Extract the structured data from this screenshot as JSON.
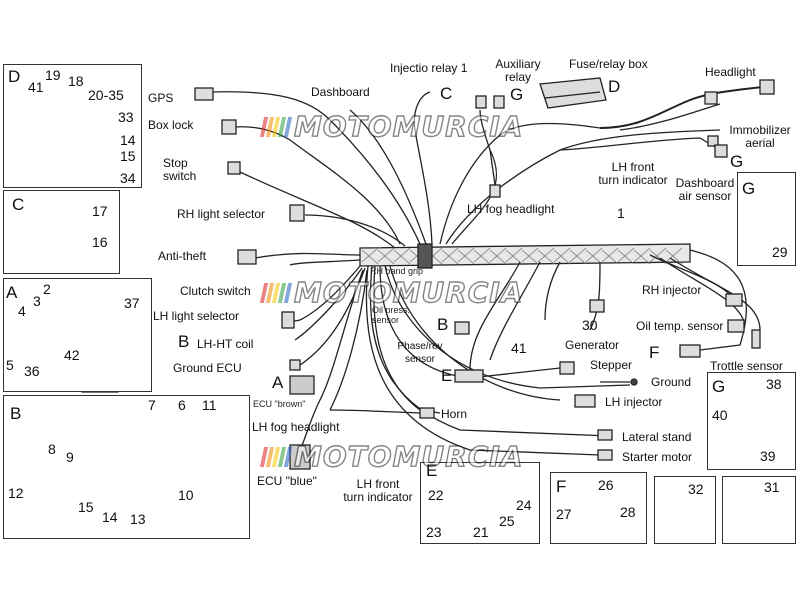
{
  "labels": {
    "gps": "GPS",
    "dashboard": "Dashboard",
    "injection_relay": "Injectio relay 1",
    "auxiliary_relay": "Auxiliary\nrelay",
    "fuse_relay_box": "Fuse/relay box",
    "headlight": "Headlight",
    "box_lock": "Box lock",
    "immobilizer": "Immobilizer\naerial",
    "stop_switch": "Stop\nswitch",
    "lh_front_turn_top": "LH front\nturn indicator",
    "dashboard_air_sensor": "Dashboard\nair sensor",
    "lh_fog_headlight_top": "LH fog headlight",
    "rh_light_selector": "RH light selector",
    "anti_theft": "Anti-theft",
    "clutch_switch": "Clutch switch",
    "lh_light_selector": "LH light selector",
    "lh_ht_coil": "LH-HT coil",
    "ground_ecu": "Ground ECU",
    "ecu_brown": "ECU \"brown\"",
    "lh_fog_headlight_bottom": "LH fog headlight",
    "ecu_blue": "ECU \"blue\"",
    "lh_front_turn_bottom": "LH front\nturn indicator",
    "horn": "Horn",
    "rh_injector": "RH injector",
    "oil_temp_sensor": "Oil temp. sensor",
    "trottle_sensor": "Trottle sensor",
    "generator": "Generator",
    "phase_rev_sensor": "Phase/rev\nsensor",
    "stepper": "Stepper",
    "ground": "Ground",
    "lh_injector": "LH injector",
    "lateral_stand": "Lateral stand",
    "starter_motor": "Starter motor",
    "oil_press_sensor": "Oil press.\nsensor",
    "rh_band_grip": "RH band grip"
  },
  "letters": {
    "c_top": "C",
    "g_top": "G",
    "d_top": "D",
    "g_right": "G",
    "b_mid": "B",
    "b_left": "B",
    "e_mid": "E",
    "f_right": "F",
    "a_mid": "A"
  },
  "numbers": {
    "n1": "1",
    "n30": "30",
    "n41": "41"
  },
  "insets": {
    "D": {
      "letter": "D",
      "parts": [
        "41",
        "19",
        "18",
        "20-35",
        "33",
        "14",
        "15",
        "34"
      ]
    },
    "C": {
      "letter": "C",
      "parts": [
        "17",
        "16"
      ]
    },
    "A": {
      "letter": "A",
      "parts": [
        "2",
        "3",
        "4",
        "37",
        "5",
        "36",
        "42"
      ]
    },
    "B": {
      "letter": "B",
      "parts": [
        "7",
        "6",
        "11",
        "8",
        "9",
        "10",
        "12",
        "15",
        "14",
        "13"
      ]
    },
    "G_top": {
      "letter": "G",
      "parts": [
        "29"
      ]
    },
    "G_bottom": {
      "letter": "G",
      "parts": [
        "38",
        "40",
        "39"
      ]
    },
    "E": {
      "letter": "E",
      "parts": [
        "22",
        "24",
        "23",
        "21",
        "25"
      ]
    },
    "F": {
      "letter": "F",
      "parts": [
        "26",
        "27",
        "28"
      ]
    },
    "p32": {
      "parts": [
        "32"
      ]
    },
    "p31": {
      "parts": [
        "31"
      ]
    }
  },
  "watermark": {
    "text": "MOTOMURCIA",
    "stripe_colors": [
      "#e02020",
      "#f08a00",
      "#f5c400",
      "#2a9d3a",
      "#2060c0"
    ]
  }
}
